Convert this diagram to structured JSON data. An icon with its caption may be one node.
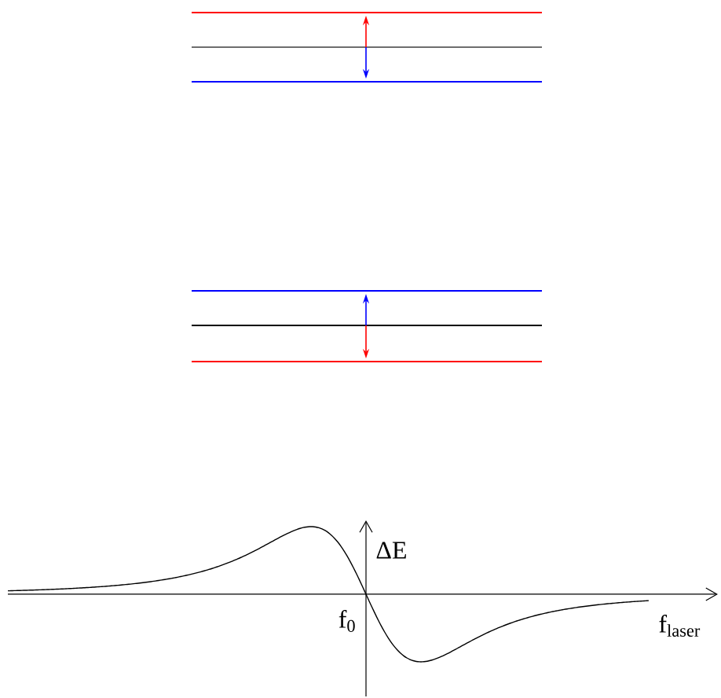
{
  "diagram": {
    "labels": [
      "ΔE",
      "f$_{0}$",
      "f$_{laser}$"
    ]
  }
}
